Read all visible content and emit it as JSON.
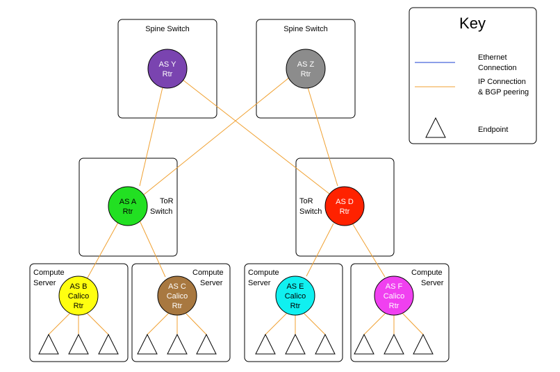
{
  "key": {
    "title": "Key",
    "ethernet_line1": "Ethernet",
    "ethernet_line2": "Connection",
    "ip_line1": "IP Connection",
    "ip_line2": "& BGP peering",
    "endpoint": "Endpoint",
    "ethernet_color": "#1a3fd0",
    "ip_color": "#f0a030"
  },
  "spine": [
    {
      "box_label": "Spine Switch",
      "line1": "AS Y",
      "line2": "Rtr",
      "color": "#7a44b0"
    },
    {
      "box_label": "Spine Switch",
      "line1": "AS Z",
      "line2": "Rtr",
      "color": "#8c8c8c"
    }
  ],
  "tor": [
    {
      "box_line1": "ToR",
      "box_line2": "Switch",
      "line1": "AS A",
      "line2": "Rtr",
      "color": "#22e022"
    },
    {
      "box_line1": "ToR",
      "box_line2": "Switch",
      "line1": "AS D",
      "line2": "Rtr",
      "color": "#ff2200"
    }
  ],
  "compute": [
    {
      "box_line1": "Compute",
      "box_line2": "Server",
      "line1": "AS B",
      "line2": "Calico",
      "line3": "Rtr",
      "color": "#ffff10"
    },
    {
      "box_line1": "Compute",
      "box_line2": "Server",
      "line1": "AS C",
      "line2": "Calico",
      "line3": "Rtr",
      "color": "#a87840"
    },
    {
      "box_line1": "Compute",
      "box_line2": "Server",
      "line1": "AS E",
      "line2": "Calico",
      "line3": "Rtr",
      "color": "#10f0f0"
    },
    {
      "box_line1": "Compute",
      "box_line2": "Server",
      "line1": "AS F",
      "line2": "Calico",
      "line3": "Rtr",
      "color": "#f040f0"
    }
  ]
}
